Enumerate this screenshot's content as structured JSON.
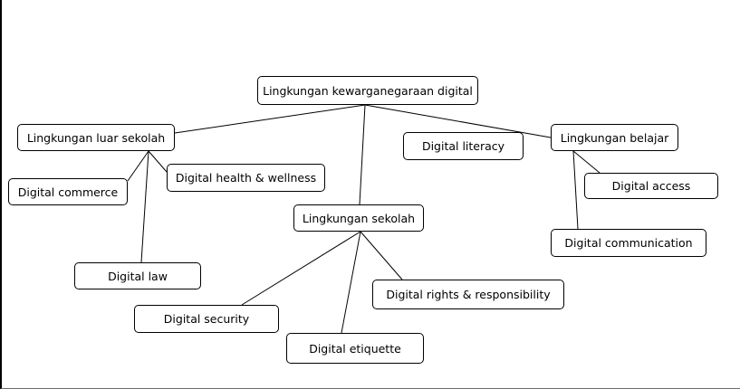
{
  "diagram": {
    "root": "Lingkungan kewarganegaraan digital",
    "branches": [
      "Lingkungan luar sekolah",
      "Lingkungan sekolah",
      "Lingkungan belajar"
    ],
    "standalone": [
      "Digital literacy"
    ],
    "leaves": {
      "luar_sekolah": [
        "Digital commerce",
        "Digital health & wellness",
        "Digital law"
      ],
      "sekolah": [
        "Digital security",
        "Digital etiquette",
        "Digital rights & responsibility"
      ],
      "belajar": [
        "Digital access",
        "Digital communication"
      ]
    }
  }
}
